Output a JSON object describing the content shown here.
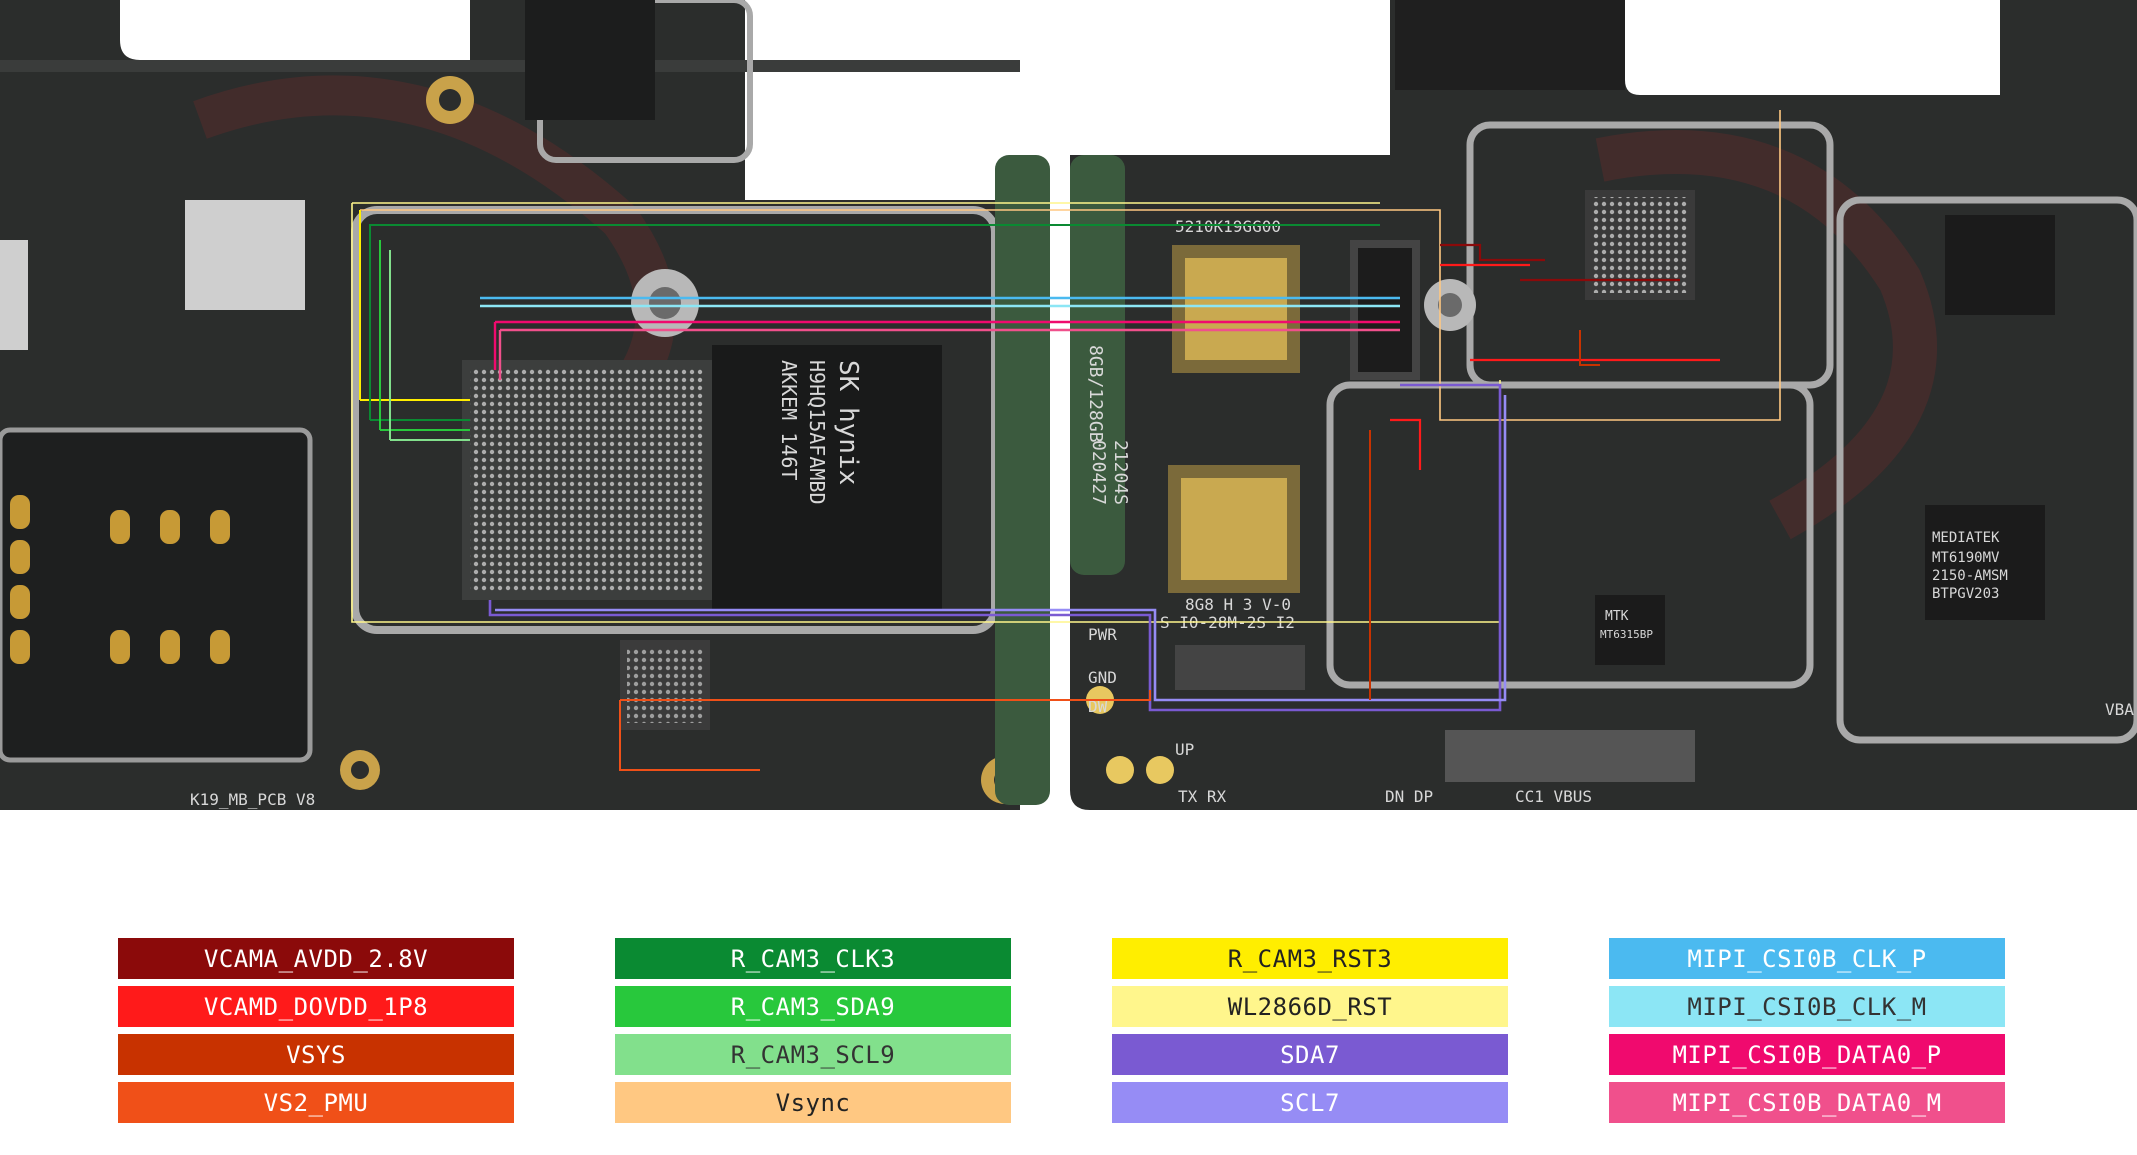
{
  "board": {
    "labels": {
      "left_pcb": "K19_MB_PCB V8",
      "memory_brand": "SK hynix",
      "memory_part": "H9HQ15AFAMBD",
      "memory_code": "AKKEM 146T",
      "ram_size": "8GB/128GB",
      "date_code_1": "21204S",
      "date_code_2": "020427",
      "mirror_code": "5210K19GG00",
      "mirror_code_2": "S I0-28M-2S I2",
      "mirror_code_3": "8G8 H 3 V-0",
      "chip_mediatek": "MEDIATEK",
      "chip_mt": "MT6190MV",
      "chip_mt_code": "2150-AMSM",
      "chip_mt_code2": "BTPGV203",
      "chip_mtk": "MTK",
      "chip_mtk_part": "MT6315BP",
      "test_pwr": "PWR",
      "test_gnd": "GND",
      "test_dw": "DW",
      "test_up": "UP",
      "test_tx_rx": "TX RX",
      "test_dn_dp": "DN DP",
      "test_cc1_vbus": "CC1 VBUS",
      "test_vba": "VBA"
    }
  },
  "legend": {
    "columns": [
      [
        {
          "label": "VCAMA_AVDD_2.8V",
          "bg": "#8b0a0a",
          "fg": "#ffffff"
        },
        {
          "label": "VCAMD_DOVDD_1P8",
          "bg": "#ff1a1a",
          "fg": "#ffffff"
        },
        {
          "label": "VSYS",
          "bg": "#c83200",
          "fg": "#ffffff"
        },
        {
          "label": "VS2_PMU",
          "bg": "#f05018",
          "fg": "#ffffff"
        }
      ],
      [
        {
          "label": "R_CAM3_CLK3",
          "bg": "#0a8a32",
          "fg": "#ffffff"
        },
        {
          "label": "R_CAM3_SDA9",
          "bg": "#28c83c",
          "fg": "#ffffff"
        },
        {
          "label": "R_CAM3_SCL9",
          "bg": "#82e08c",
          "fg": "#333333"
        },
        {
          "label": "Vsync",
          "bg": "#ffc882",
          "fg": "#222222"
        }
      ],
      [
        {
          "label": "R_CAM3_RST3",
          "bg": "#ffee00",
          "fg": "#222222"
        },
        {
          "label": "WL2866D_RST",
          "bg": "#fff68c",
          "fg": "#222222"
        },
        {
          "label": "SDA7",
          "bg": "#7a5ad2",
          "fg": "#ffffff"
        },
        {
          "label": "SCL7",
          "bg": "#968cf5",
          "fg": "#ffffff"
        }
      ],
      [
        {
          "label": "MIPI_CSI0B_CLK_P",
          "bg": "#4bbaf0",
          "fg": "#ffffff"
        },
        {
          "label": "MIPI_CSI0B_CLK_M",
          "bg": "#8ce6f5",
          "fg": "#333333"
        },
        {
          "label": "MIPI_CSI0B_DATA0_P",
          "bg": "#f00a6e",
          "fg": "#ffffff"
        },
        {
          "label": "MIPI_CSI0B_DATA0_M",
          "bg": "#f0508c",
          "fg": "#ffffff"
        }
      ]
    ]
  }
}
